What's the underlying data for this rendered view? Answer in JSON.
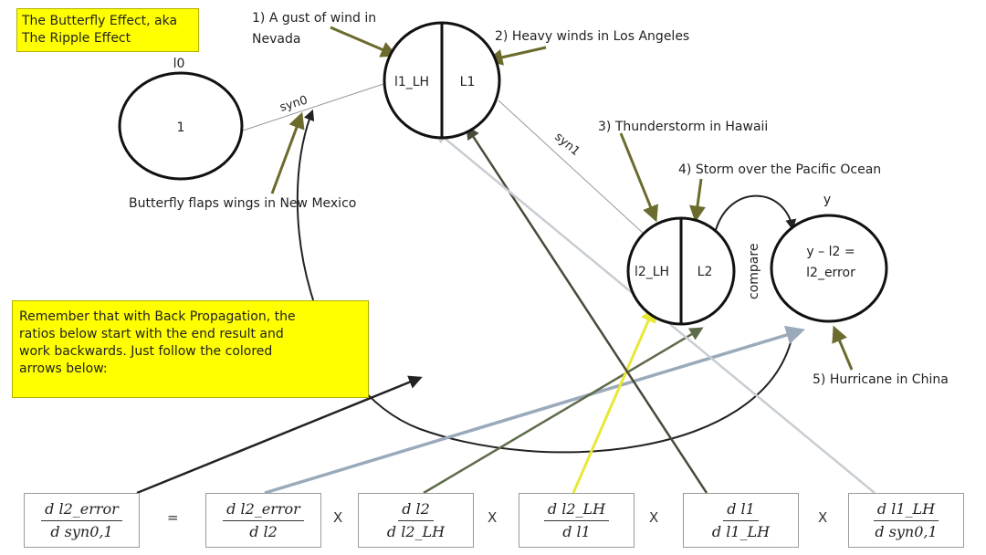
{
  "title_box": {
    "text": "The Butterfly Effect, aka\nThe Ripple Effect"
  },
  "note_box": {
    "text": "Remember that with Back Propagation, the\nratios below start with the end result and\nwork backwards.  Just follow the colored\narrows below:"
  },
  "nodes": {
    "l0": {
      "label": "l0",
      "value": "1"
    },
    "l1": {
      "left": "l1_LH",
      "right": "L1"
    },
    "l2": {
      "left": "l2_LH",
      "right": "L2"
    },
    "y": {
      "label": "y",
      "line1": "y – l2 =",
      "line2": "l2_error"
    }
  },
  "edges": {
    "syn0": "syn0",
    "syn1": "syn1",
    "compare": "compare"
  },
  "events": {
    "e1_line1": "1) A gust of wind in",
    "e1_line2": "Nevada",
    "e2": "2) Heavy winds in Los Angeles",
    "e3": "3) Thunderstorm in Hawaii",
    "e4": "4) Storm over the Pacific Ocean",
    "e5": "5) Hurricane in China",
    "butterfly": "Butterfly flaps wings in New Mexico"
  },
  "equation": {
    "lhs": {
      "num": "d l2_error",
      "den": "d syn0,1"
    },
    "equals": "=",
    "times": "X",
    "terms": [
      {
        "num": "d l2_error",
        "den": "d l2"
      },
      {
        "num": "d l2",
        "den": "d l2_LH"
      },
      {
        "num": "d l2_LH",
        "den": "d l1"
      },
      {
        "num": "d l1",
        "den": "d l1_LH"
      },
      {
        "num": "d l1_LH",
        "den": "d syn0,1"
      }
    ]
  },
  "colors": {
    "highlight": "#ffff00",
    "olive_arrow": "#6b6b2e",
    "dark_arrow": "#222222",
    "blue_gray_arrow": "#9aaabb",
    "olive_green_arrow": "#5e6b4a",
    "yellow_arrow": "#e8e838",
    "dark_olive_arrow": "#4a4a3a",
    "light_gray_arrow": "#c8cdd2"
  }
}
